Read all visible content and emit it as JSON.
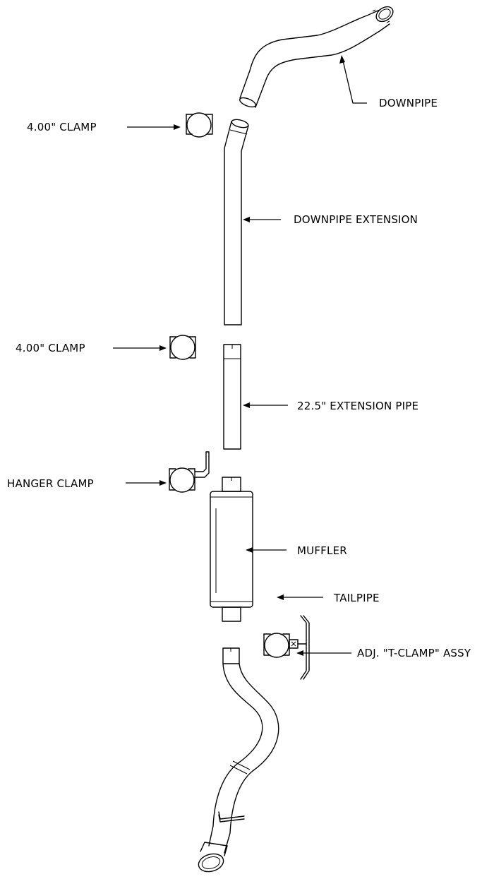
{
  "labels": {
    "downpipe": "DOWNPIPE",
    "clamp_top": "4.00\" CLAMP",
    "downpipe_extension": "DOWNPIPE EXTENSION",
    "clamp_mid": "4.00\" CLAMP",
    "extension_pipe": "22.5\" EXTENSION PIPE",
    "hanger_clamp": "HANGER CLAMP",
    "muffler": "MUFFLER",
    "t_clamp": "ADJ. \"T-CLAMP\" ASSY",
    "tailpipe": "TAILPIPE"
  }
}
